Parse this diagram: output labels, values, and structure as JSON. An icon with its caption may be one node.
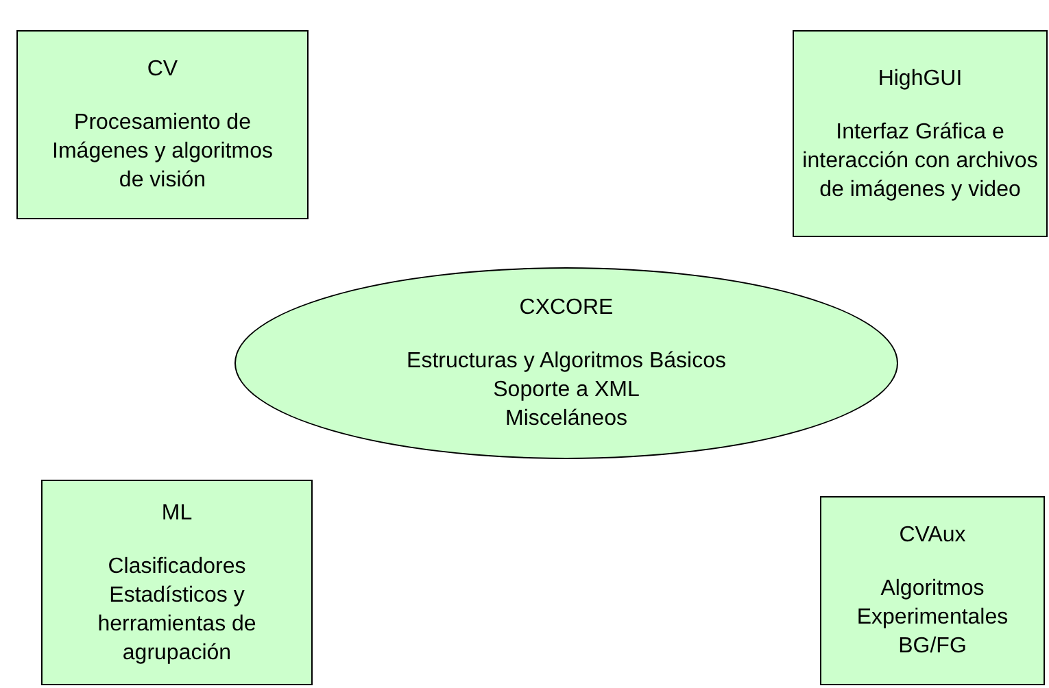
{
  "diagram": {
    "nodes": [
      {
        "text": [
          "CV",
          "Procesamiento de Imágenes y algoritmos de visión"
        ]
      },
      {
        "text": [
          "HighGUI",
          "Interfaz Gráfica e interacción con archivos de imágenes y video"
        ]
      },
      {
        "text": [
          "CXCORE",
          "Estructuras y Algoritmos Básicos",
          "Soporte a XML",
          "Misceláneos"
        ]
      },
      {
        "text": [
          "ML",
          "Clasificadores Estadísticos y herramientas de agrupación"
        ]
      },
      {
        "text": [
          "CVAux",
          "Algoritmos Experimentales BG/FG"
        ]
      }
    ]
  }
}
